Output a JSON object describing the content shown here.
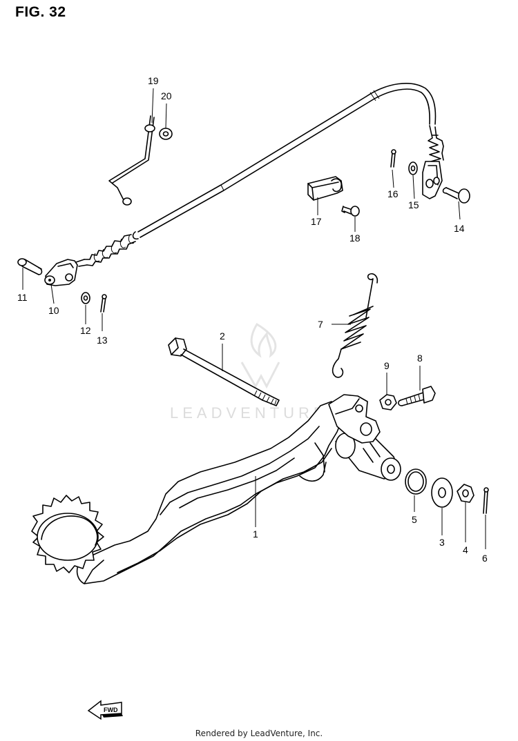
{
  "figure": {
    "title": "FIG. 32"
  },
  "watermark": {
    "text": "LEADVENTURE"
  },
  "fwd_badge": {
    "text": "FWD"
  },
  "footer": {
    "text": "Rendered by LeadVenture, Inc."
  },
  "labels": {
    "p1": "1",
    "p2": "2",
    "p3": "3",
    "p4": "4",
    "p5": "5",
    "p6": "6",
    "p7": "7",
    "p8": "8",
    "p9": "9",
    "p10": "10",
    "p11": "11",
    "p12": "12",
    "p13": "13",
    "p14": "14",
    "p15": "15",
    "p16": "16",
    "p17": "17",
    "p18": "18",
    "p19": "19",
    "p20": "20"
  }
}
